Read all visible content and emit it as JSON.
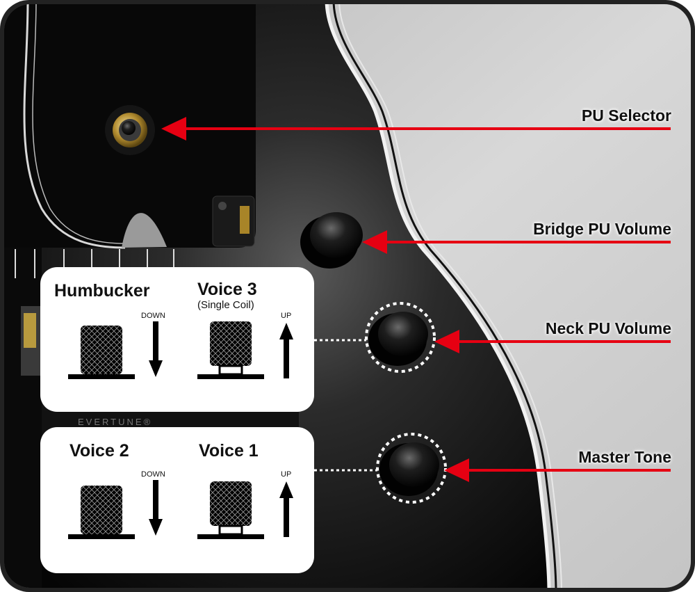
{
  "callouts": {
    "pu_selector": "PU Selector",
    "bridge_pu_volume": "Bridge PU Volume",
    "neck_pu_volume": "Neck PU Volume",
    "master_tone": "Master Tone"
  },
  "guitar_badge": "EVERTUNE®",
  "neck_card": {
    "left": {
      "label": "Humbucker",
      "direction": "DOWN"
    },
    "right": {
      "label": "Voice 3",
      "sublabel": "(Single Coil)",
      "direction": "UP"
    }
  },
  "tone_card": {
    "left": {
      "label": "Voice 2",
      "direction": "DOWN"
    },
    "right": {
      "label": "Voice 1",
      "direction": "UP"
    }
  },
  "colors": {
    "callout_arrow": "#e60012",
    "body_black": "#0b0b0b",
    "background_gray": "#c9c9c9"
  }
}
